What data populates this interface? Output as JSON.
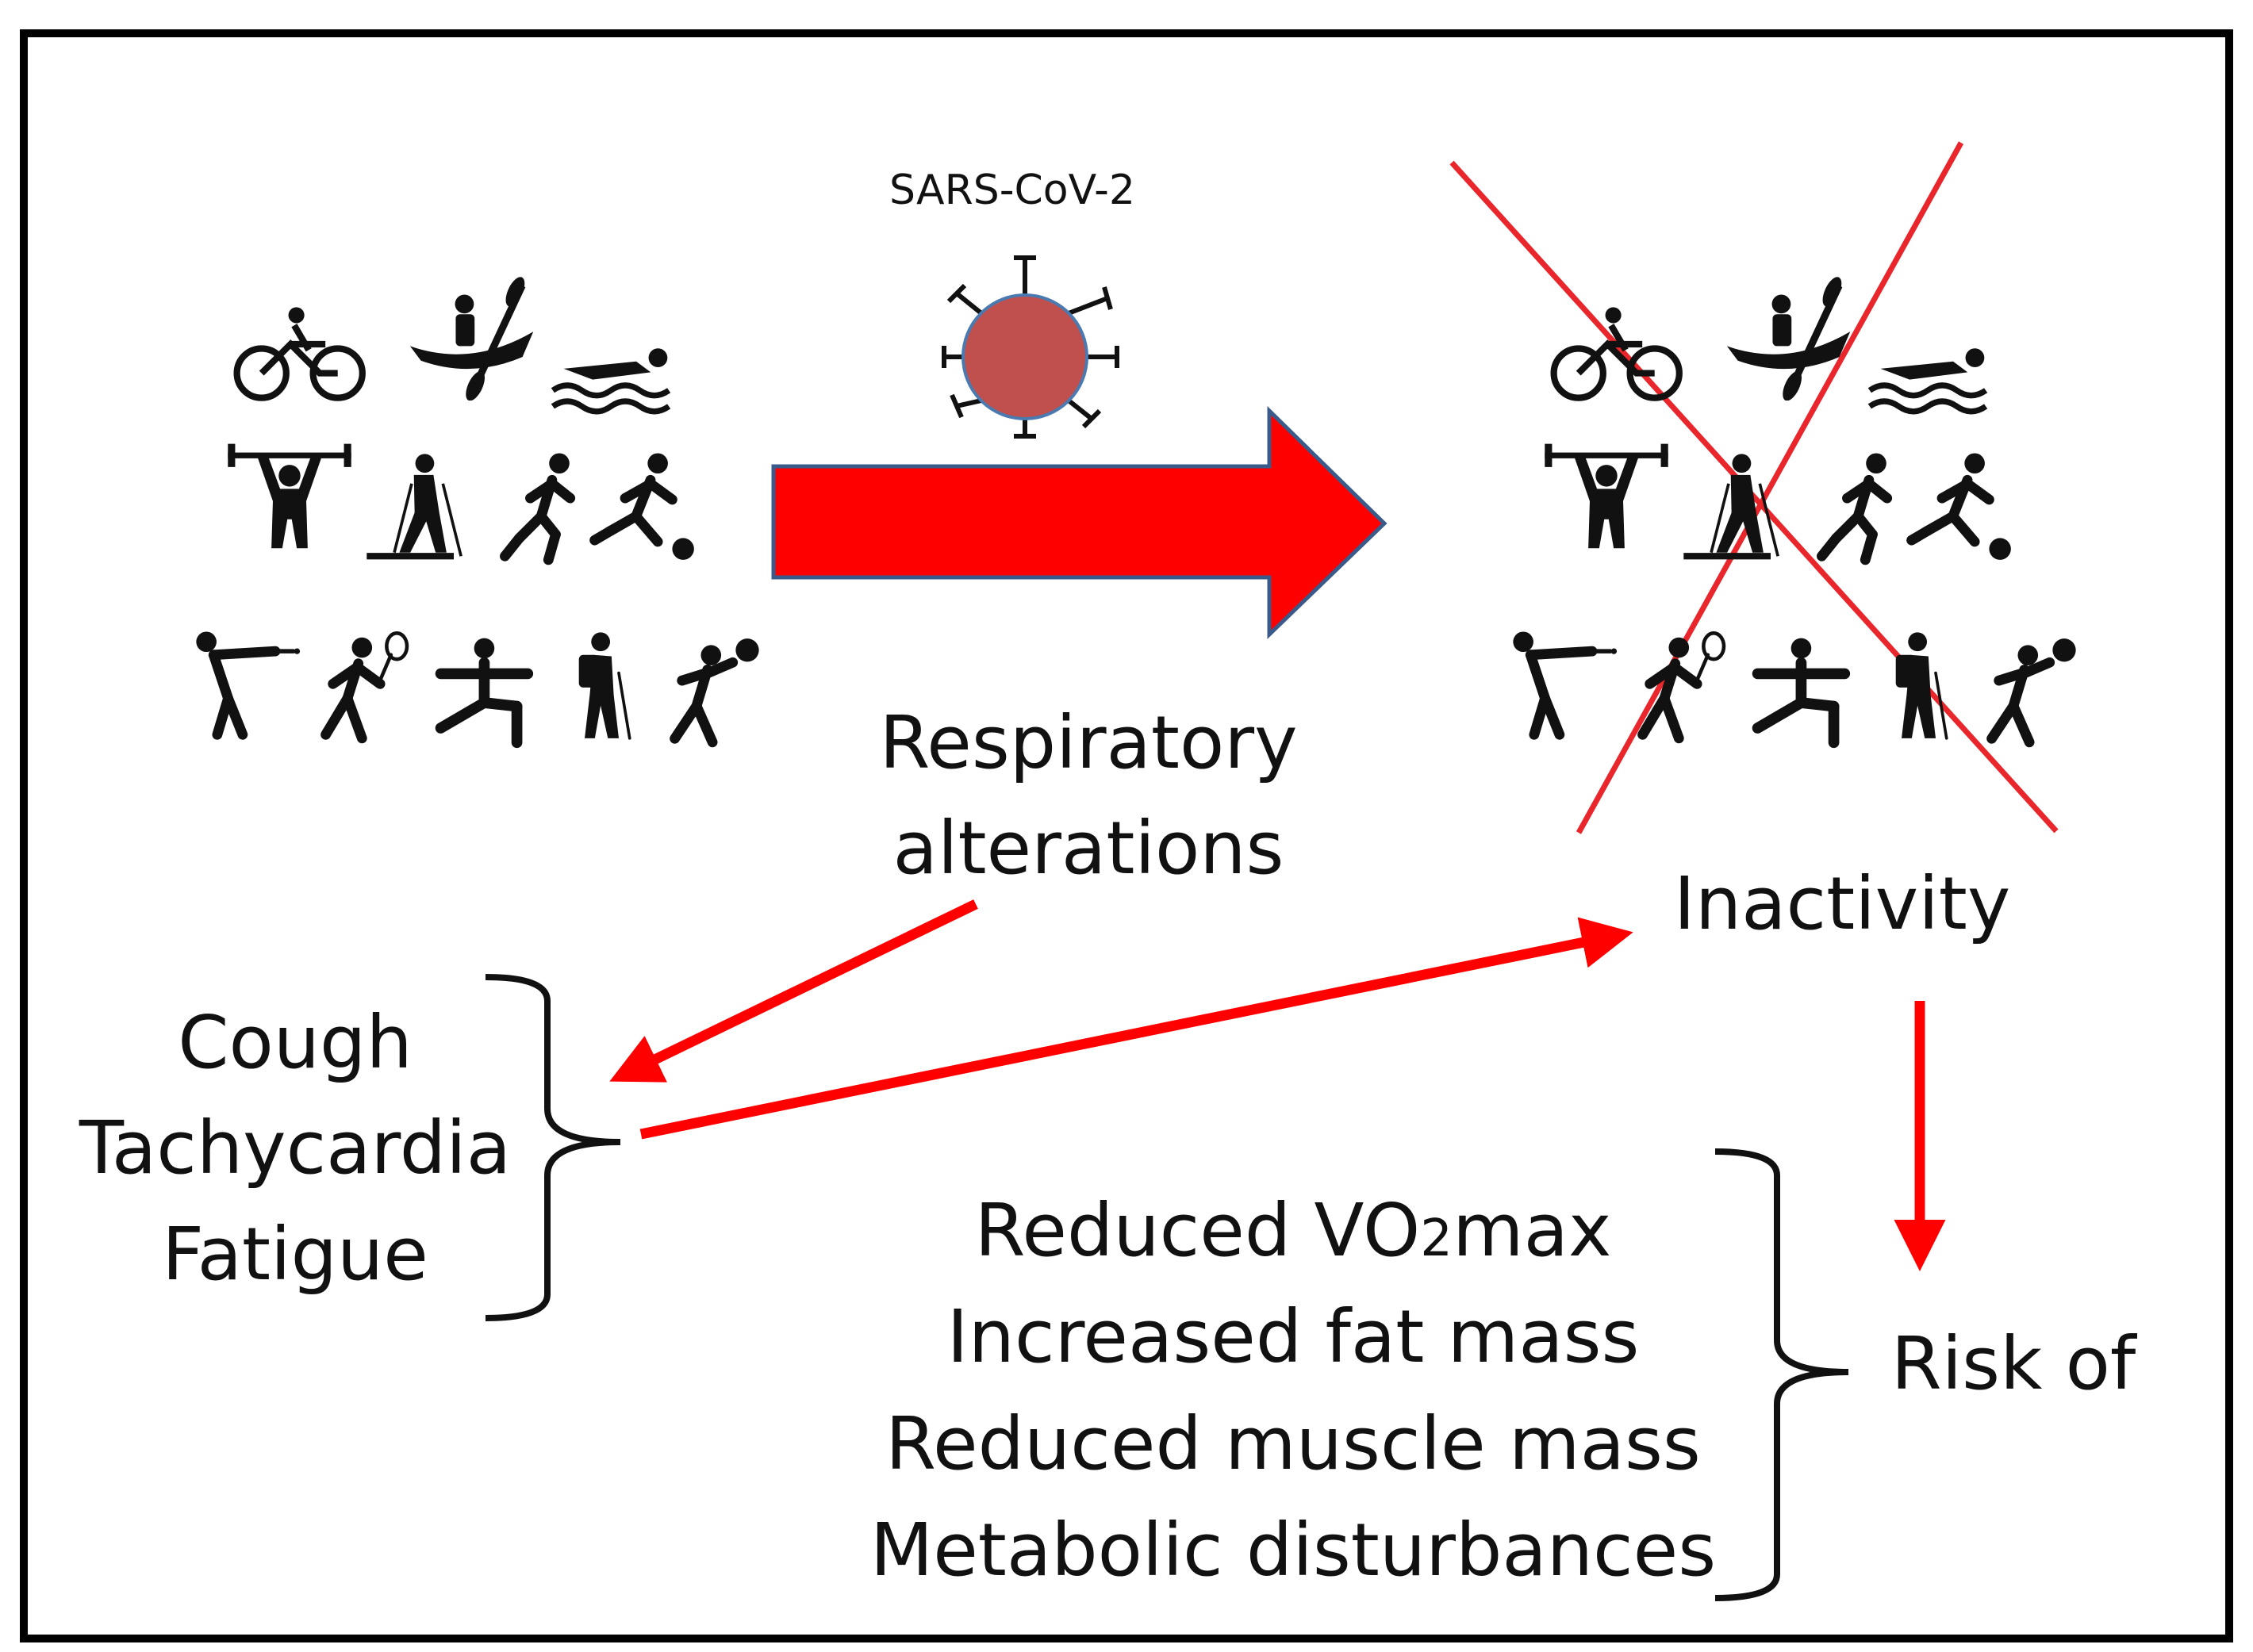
{
  "virus_label": "SARS-CoV-2",
  "respiratory": [
    "Respiratory",
    "alterations"
  ],
  "symptoms": [
    "Cough",
    "Tachycardia",
    "Fatigue"
  ],
  "inactivity": "Inactivity",
  "risk_of": "Risk of",
  "risks": [
    "Reduced VO2max",
    "Increased fat mass",
    "Reduced muscle mass",
    "Metabolic disturbances"
  ],
  "sports_icons": [
    "cycling-icon",
    "kayaking-icon",
    "swimming-icon",
    "weightlifting-icon",
    "nordic-skiing-icon",
    "running-icon",
    "football-icon",
    "shooting-icon",
    "tennis-icon",
    "lunge-icon",
    "hiking-icon",
    "volleyball-icon"
  ],
  "colors": {
    "arrow_red": "#ff0000",
    "arrow_outline": "#3a5a8a",
    "virus_fill": "#c0504d",
    "virus_outline": "#4a7ab0",
    "cross_red": "#e8262b",
    "icon_black": "#111111",
    "frame": "#000000"
  }
}
